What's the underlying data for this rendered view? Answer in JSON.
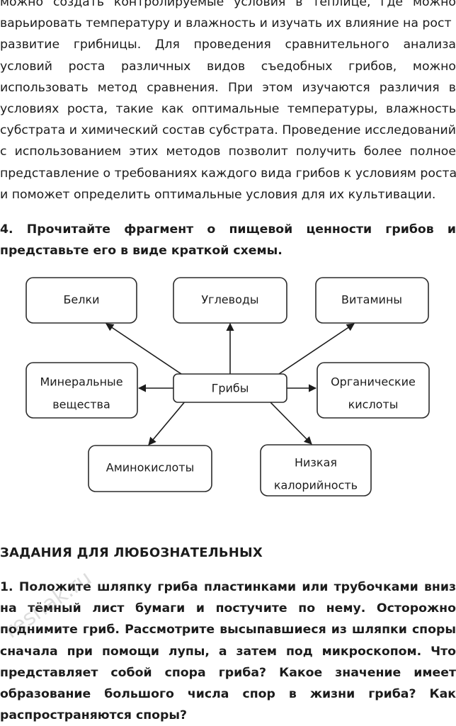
{
  "intro_lines": [
    "можно создать контролируемые условия в теплице, где можно",
    "варьировать температуру и влажность и изучать их влияние на рост и",
    "развитие грибницы. Для проведения сравнительного анализа",
    "условий роста различных видов съедобных грибов, можно",
    "использовать метод сравнения. При этом изучаются различия в",
    "условиях роста, такие как оптимальные температуры, влажность",
    "субстрата и химический состав субстрата. Проведение исследований",
    "с использованием этих методов позволит получить более полное",
    "представление о требованиях каждого вида грибов к условиям роста",
    "и поможет определить оптимальные условия для их культивации."
  ],
  "task4_lines": [
    "4. Прочитайте фрагмент о пищевой ценности грибов и",
    "представьте его в виде краткой схемы."
  ],
  "diagram": {
    "center": "Грибы",
    "nodes": {
      "proteins": "Белки",
      "carbs": "Углеводы",
      "vitamins": "Витамины",
      "minerals": [
        "Минеральные",
        "вещества"
      ],
      "acids": [
        "Органические",
        "кислоты"
      ],
      "amino": "Аминокислоты",
      "lowcal": [
        "Низкая",
        "калорийность"
      ]
    }
  },
  "section_heading": "ЗАДАНИЯ ДЛЯ ЛЮБОЗНАТЕЛЬНЫХ",
  "task1_lines": [
    "1. Положите шляпку гриба пластинками или трубочками вниз",
    "на тёмный лист бумаги и постучите по нему. Осторожно",
    "поднимите гриб. Рассмотрите высыпавшиеся из шляпки споры",
    "сначала при помощи лупы, а затем под микроскопом. Что",
    "представляет собой спора гриба? Какое значение имеет",
    "образование большого числа спор в жизни гриба? Как",
    "распространяются споры?"
  ],
  "watermark": "reshak.ru"
}
